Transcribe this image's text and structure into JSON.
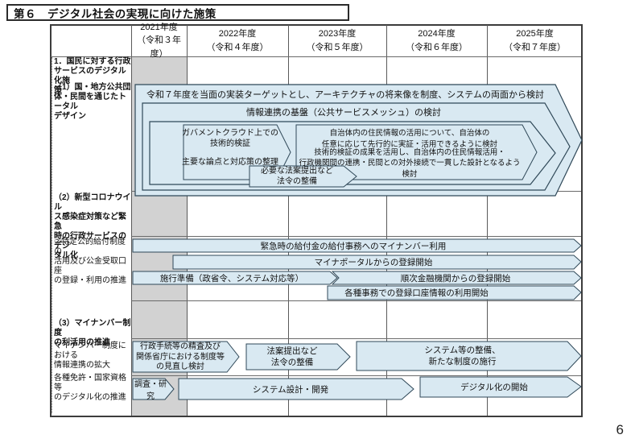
{
  "title": "第６　デジタル社会の実現に向けた施策",
  "page_number": "6",
  "colors": {
    "accent_fill": "#d9e9f2",
    "accent_border": "#2f4858",
    "past_year_band": "#d2d2d2"
  },
  "columns": [
    {
      "year": "2021年度",
      "era": "（令和３年度）"
    },
    {
      "year": "2022年度",
      "era": "（令和４年度）"
    },
    {
      "year": "2023年度",
      "era": "（令和５年度）"
    },
    {
      "year": "2024年度",
      "era": "（令和６年度）"
    },
    {
      "year": "2025年度",
      "era": "（令和７年度）"
    }
  ],
  "row_labels": {
    "section1": "1．国民に対する行政\nサービスのデジタル化施\n策",
    "s1_1": "（1）国・地方公共団\n体・民間を通じたトータル\nデザイン",
    "s1_2": "（2）新型コロナウイル\nス感染症対策など緊急\n時の行政サービスのデジ\nタル化",
    "s1_2b": "②特定公的給付制度の\n活用及び公金受取口座\nの登録・利用の推進",
    "section3": "（3）マイナンバー制度\nの利活用の推進",
    "s3_1": "マイナンバー制度における\n情報連携の拡大",
    "s3_2": "各種免許・国家資格等\nのデジタル化の推進"
  },
  "total_design": {
    "overall": "令和７年度を当面の実装ターゲットとし、アーキテクチャの将来像を制度、システムの両面から検討",
    "mesh": "情報連携の基盤（公共サービスメッシュ）の検討",
    "gov_cloud": "ガバメントクラウド上での\n技術的検証",
    "issues": "主要な論点と対応策の整理",
    "resident_info_1": "自治体内の住民情報の活用について、自治体の\n任意に応じて先行的に実証・活用できるように検討",
    "resident_info_2": "技術的検証の成果を活用し、自治体内の住民情報活用・\n行政機関間の連携・民間との対外接続で一貫した設計となるよう検討",
    "legislation": "必要な法案提出など\n法令の整備"
  },
  "benefit_bars": {
    "emergency_use": "緊急時の給付金の給付事務へのマイナンバー利用",
    "mynaportal_start": "マイナポータルからの登録開始",
    "enforce_prep": "施行準備（政省令、システム対応等）",
    "bank_start": "順次金融機関からの登録開始",
    "account_use_start": "各種事務での登録口座情報の利用開始"
  },
  "mynumber": {
    "review": "行政手続等の精査及び\n関係省庁における制度等\nの見直し検討",
    "bill": "法案提出など\n法令の整備",
    "system_new": "システム等の整備、\n新たな制度の施行",
    "research": "調査・研究",
    "design_dev": "システム設計・開発",
    "digital_start": "デジタル化の開始"
  }
}
